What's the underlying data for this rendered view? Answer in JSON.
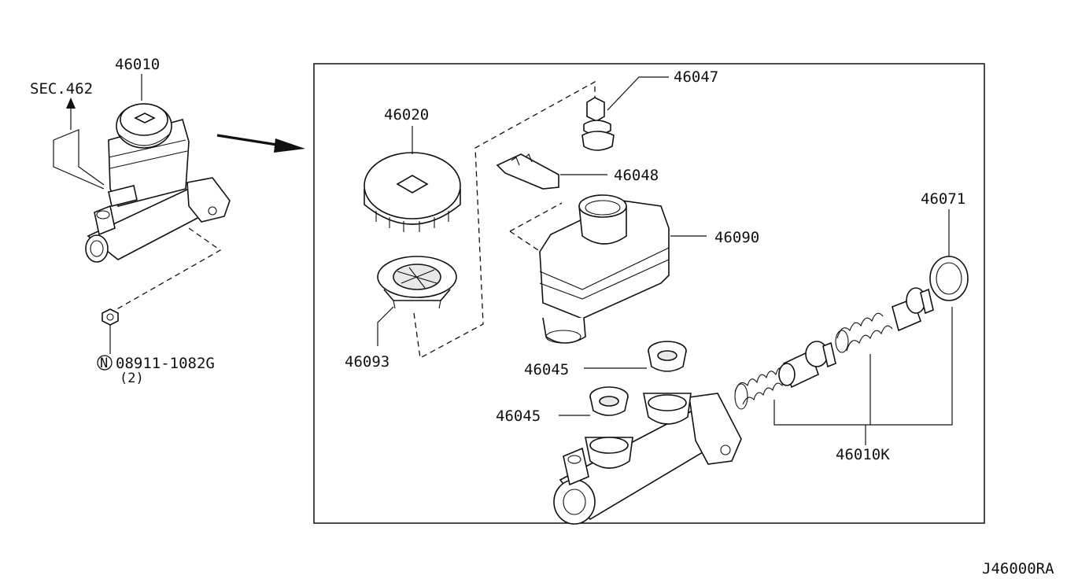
{
  "diagram": {
    "labels": {
      "master_cylinder": "46010",
      "section_ref": "SEC.462",
      "nut_part": "08911-1082G",
      "nut_qty": "(2)",
      "nut_symbol": "N",
      "cap": "46020",
      "strainer": "46093",
      "bolt": "46047",
      "clip": "46048",
      "reservoir": "46090",
      "seal_a": "46045",
      "seal_b": "46045",
      "piston_seal": "46071",
      "repair_kit": "46010K",
      "drawing_id": "J46000RA"
    }
  }
}
